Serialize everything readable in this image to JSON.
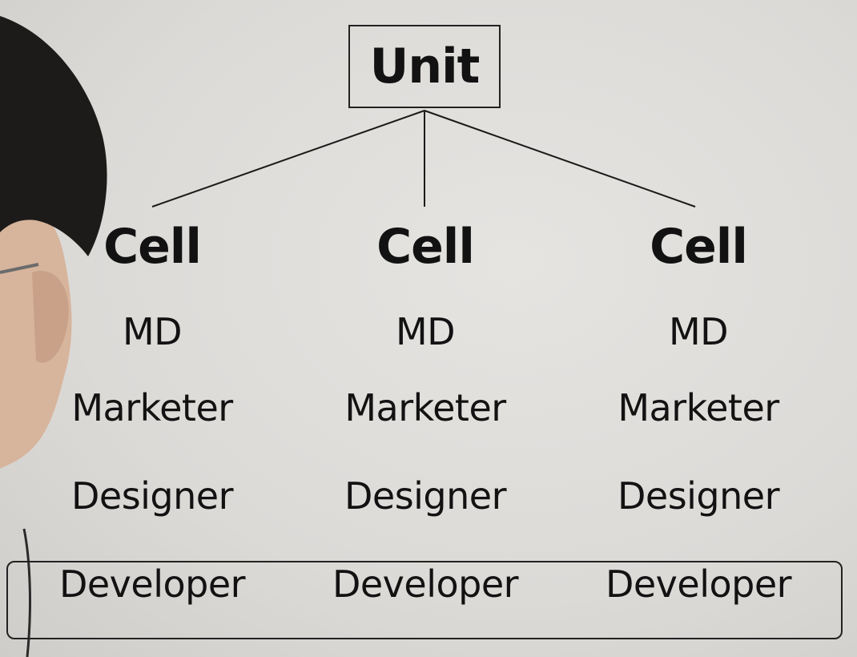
{
  "diagram": {
    "root": {
      "label": "Unit"
    },
    "cells": [
      {
        "label": "Cell",
        "roles": [
          "MD",
          "Marketer",
          "Designer",
          "Developer"
        ]
      },
      {
        "label": "Cell",
        "roles": [
          "MD",
          "Marketer",
          "Designer",
          "Developer"
        ]
      },
      {
        "label": "Cell",
        "roles": [
          "MD",
          "Marketer",
          "Designer",
          "Developer"
        ]
      }
    ],
    "highlighted_role": "Developer"
  },
  "colors": {
    "background": "#dcdad7",
    "ink": "#121212",
    "hair": "#1e1e1e",
    "skin": "#d9b9a3"
  }
}
